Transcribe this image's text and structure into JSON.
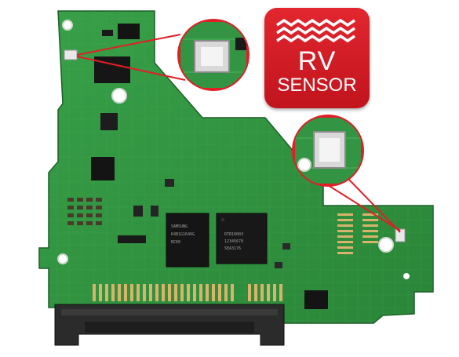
{
  "image": {
    "subject": "Hard drive printed circuit board",
    "colors": {
      "board": "#2f8f3e",
      "board_dark": "#1f6a2c",
      "trace": "#3aa24a",
      "chip": "#1a1a1a",
      "accent": "#e01f26",
      "connector": "#2b2b2b",
      "gold": "#d7b46a"
    }
  },
  "badge": {
    "line1": "RV",
    "line2": "SENSOR",
    "icon": "wave-icon"
  },
  "callouts": [
    {
      "id": "top-sensor",
      "icon": "magnifier-icon"
    },
    {
      "id": "right-sensor",
      "icon": "magnifier-icon"
    }
  ],
  "chips": {
    "controller": {
      "line1": "RTB10003",
      "line2": "12345678",
      "line3": "SEA3176"
    },
    "dram": {
      "line1": "SAMSUNG",
      "line2": "K4B1G1646G",
      "line3": "BCK0"
    }
  }
}
